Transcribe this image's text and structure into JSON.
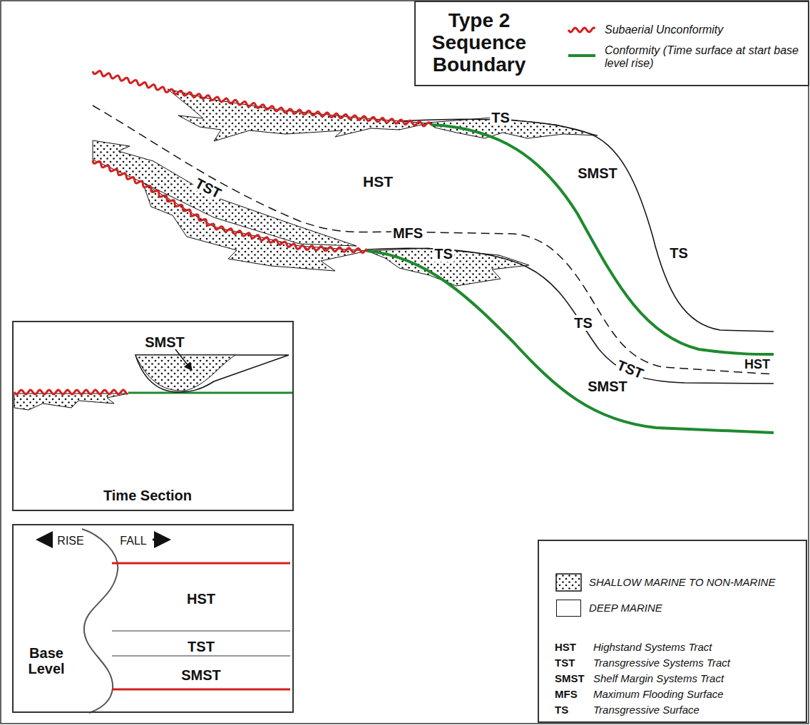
{
  "diagram": {
    "title": "Type 2 Sequence Boundary",
    "nodes": [
      {
        "text": [
          "SMST",
          "Time Section"
        ]
      },
      {
        "text": [
          "RISE",
          "FALL",
          "HST",
          "TST",
          "SMST",
          "Base Level"
        ]
      }
    ],
    "labels": [
      "TS",
      "HST",
      "SMST",
      "TST",
      "MFS",
      "TS",
      "TS",
      "TS",
      "TST",
      "HST",
      "SMST",
      "HST",
      "Highstand Systems Tract",
      "TST",
      "Transgressive Systems Tract",
      "SMST",
      "Shelf Margin Systems Tract",
      "MFS",
      "Maximum Flooding Surface",
      "TS",
      "Transgressive Surface"
    ],
    "legend": [
      {
        "text": "Subaerial Unconformity"
      },
      {
        "text": "Conformity (Time surface at start base level rise)"
      },
      {
        "text": "SHALLOW MARINE TO NON-MARINE"
      },
      {
        "text": "DEEP MARINE",
        "color": "#ffffff"
      }
    ]
  }
}
